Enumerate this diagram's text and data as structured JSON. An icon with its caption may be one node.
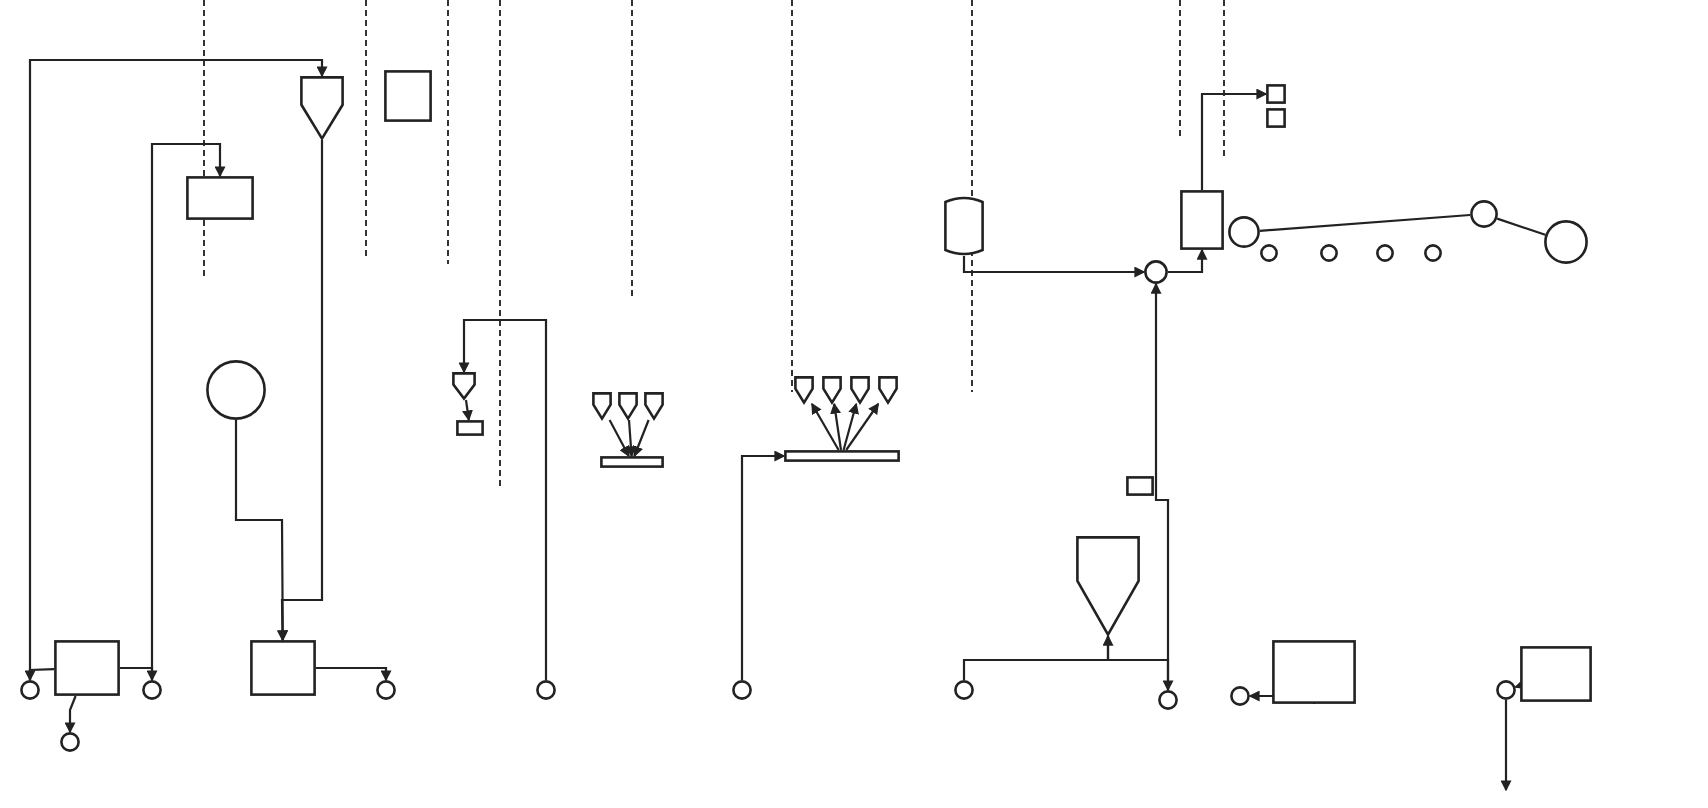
{
  "diagram": {
    "nodes": [
      {
        "text": [],
        "shape": "cone"
      },
      {
        "text": [],
        "shape": "box"
      },
      {
        "text": [],
        "shape": "box"
      },
      {
        "text": [],
        "shape": "circle"
      },
      {
        "text": [],
        "shape": "box"
      },
      {
        "text": [],
        "shape": "circle"
      },
      {
        "text": [],
        "shape": "circle"
      },
      {
        "text": [],
        "shape": "circle"
      },
      {
        "text": [],
        "shape": "box"
      },
      {
        "text": [],
        "shape": "circle"
      },
      {
        "text": [],
        "shape": "cone"
      },
      {
        "text": [],
        "shape": "box"
      },
      {
        "text": [],
        "shape": "circle"
      },
      {
        "text": [],
        "shape": "cone"
      },
      {
        "text": [],
        "shape": "cone"
      },
      {
        "text": [],
        "shape": "cone"
      },
      {
        "text": [],
        "shape": "box"
      },
      {
        "text": [],
        "shape": "circle"
      },
      {
        "text": [],
        "shape": "cone"
      },
      {
        "text": [],
        "shape": "cone"
      },
      {
        "text": [],
        "shape": "cone"
      },
      {
        "text": [],
        "shape": "cone"
      },
      {
        "text": [],
        "shape": "box"
      },
      {
        "text": [],
        "shape": "circle"
      },
      {
        "text": [],
        "shape": "cone"
      },
      {
        "text": [],
        "shape": "box"
      },
      {
        "text": [],
        "shape": "circle"
      },
      {
        "text": [],
        "shape": "circle"
      },
      {
        "text": [],
        "shape": "box"
      },
      {
        "text": [],
        "shape": "cylinder"
      },
      {
        "text": [],
        "shape": "circle"
      },
      {
        "text": [],
        "shape": "box"
      },
      {
        "text": [],
        "shape": "box"
      },
      {
        "text": [],
        "shape": "box"
      },
      {
        "text": [],
        "shape": "circle"
      },
      {
        "text": [],
        "shape": "circle"
      },
      {
        "text": [],
        "shape": "circle"
      },
      {
        "text": [],
        "shape": "circle"
      },
      {
        "text": [],
        "shape": "circle"
      },
      {
        "text": [],
        "shape": "circle"
      },
      {
        "text": [],
        "shape": "circle"
      },
      {
        "text": [],
        "shape": "box"
      },
      {
        "text": [],
        "shape": "circle"
      }
    ],
    "edges": [
      {
        "from": 5,
        "to": 0,
        "arrow": "to"
      },
      {
        "from": 0,
        "to": 8,
        "arrow": "to"
      },
      {
        "from": 7,
        "to": 2,
        "arrow": "to"
      },
      {
        "from": 3,
        "to": 8,
        "arrow": "to"
      },
      {
        "from": 4,
        "to": 5,
        "arrow": "to"
      },
      {
        "from": 4,
        "to": 6,
        "arrow": "to"
      },
      {
        "from": 4,
        "to": 7,
        "arrow": "to"
      },
      {
        "from": 8,
        "to": 9,
        "arrow": "to"
      },
      {
        "from": 10,
        "to": 11,
        "arrow": "to"
      },
      {
        "from": 12,
        "to": 10,
        "arrow": "to"
      },
      {
        "from": 13,
        "to": 16,
        "arrow": "to"
      },
      {
        "from": 14,
        "to": 16,
        "arrow": "to"
      },
      {
        "from": 15,
        "to": 16,
        "arrow": "to"
      },
      {
        "from": 17,
        "to": 22,
        "arrow": "to"
      },
      {
        "from": 22,
        "to": 18,
        "arrow": "to"
      },
      {
        "from": 22,
        "to": 19,
        "arrow": "to"
      },
      {
        "from": 22,
        "to": 20,
        "arrow": "to"
      },
      {
        "from": 22,
        "to": 21,
        "arrow": "to"
      },
      {
        "from": 24,
        "to": 26,
        "arrow": "to"
      },
      {
        "from": 26,
        "to": 30,
        "arrow": "to"
      },
      {
        "from": 30,
        "to": 31,
        "arrow": "to"
      },
      {
        "from": 31,
        "to": 32,
        "arrow": "to"
      },
      {
        "from": 29,
        "to": 30,
        "arrow": "to"
      },
      {
        "from": 28,
        "to": 27,
        "arrow": "to"
      },
      {
        "from": 41,
        "to": 42,
        "arrow": "to"
      },
      {
        "from": 42,
        "to": null,
        "arrow": "to"
      },
      {
        "from": 34,
        "to": 39,
        "arrow": "none"
      },
      {
        "from": 39,
        "to": 40,
        "arrow": "none"
      },
      {
        "from": 23,
        "to": 24,
        "arrow": "to"
      }
    ]
  }
}
